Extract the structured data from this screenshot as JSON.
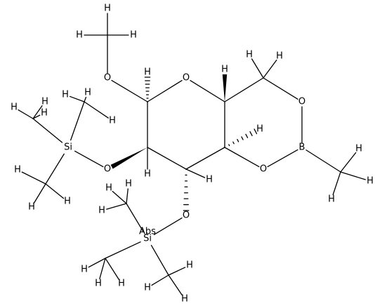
{
  "molecule": {
    "atoms": [
      {
        "id": "C_me_OMe",
        "element": "C",
        "label": ""
      },
      {
        "id": "H_me1",
        "element": "H",
        "label": "H"
      },
      {
        "id": "H_me2",
        "element": "H",
        "label": "H"
      },
      {
        "id": "H_me3",
        "element": "H",
        "label": "H"
      },
      {
        "id": "O_me",
        "element": "O",
        "label": "O"
      },
      {
        "id": "C1",
        "element": "C",
        "label": ""
      },
      {
        "id": "H_C1",
        "element": "H",
        "label": "H"
      },
      {
        "id": "O_ring",
        "element": "O",
        "label": "O"
      },
      {
        "id": "C5",
        "element": "C",
        "label": ""
      },
      {
        "id": "H_C5",
        "element": "H",
        "label": "H"
      },
      {
        "id": "C6",
        "element": "C",
        "label": ""
      },
      {
        "id": "H_C6a",
        "element": "H",
        "label": "H"
      },
      {
        "id": "H_C6b",
        "element": "H",
        "label": "H"
      },
      {
        "id": "O6",
        "element": "O",
        "label": "O"
      },
      {
        "id": "B",
        "element": "B",
        "label": "B"
      },
      {
        "id": "C_B",
        "element": "C",
        "label": ""
      },
      {
        "id": "H_B1",
        "element": "H",
        "label": "H"
      },
      {
        "id": "H_B2",
        "element": "H",
        "label": "H"
      },
      {
        "id": "H_B3",
        "element": "H",
        "label": "H"
      },
      {
        "id": "O4",
        "element": "O",
        "label": "O"
      },
      {
        "id": "C4",
        "element": "C",
        "label": ""
      },
      {
        "id": "H_C4",
        "element": "H",
        "label": "H"
      },
      {
        "id": "C3",
        "element": "C",
        "label": ""
      },
      {
        "id": "H_C3",
        "element": "H",
        "label": "H"
      },
      {
        "id": "C2",
        "element": "C",
        "label": ""
      },
      {
        "id": "H_C2",
        "element": "H",
        "label": "H"
      },
      {
        "id": "O2",
        "element": "O",
        "label": "O"
      },
      {
        "id": "Si1",
        "element": "Si",
        "label": "Si"
      },
      {
        "id": "Cs1a",
        "element": "C",
        "label": ""
      },
      {
        "id": "H_s1a1",
        "element": "H",
        "label": "H"
      },
      {
        "id": "H_s1a2",
        "element": "H",
        "label": "H"
      },
      {
        "id": "H_s1a3",
        "element": "H",
        "label": "H"
      },
      {
        "id": "Cs1b",
        "element": "C",
        "label": ""
      },
      {
        "id": "H_s1b1",
        "element": "H",
        "label": "H"
      },
      {
        "id": "H_s1b2",
        "element": "H",
        "label": "H"
      },
      {
        "id": "H_s1b3",
        "element": "H",
        "label": "H"
      },
      {
        "id": "Cs1c",
        "element": "C",
        "label": ""
      },
      {
        "id": "H_s1c1",
        "element": "H",
        "label": "H"
      },
      {
        "id": "H_s1c2",
        "element": "H",
        "label": "H"
      },
      {
        "id": "H_s1c3",
        "element": "H",
        "label": "H"
      },
      {
        "id": "O3",
        "element": "O",
        "label": "O"
      },
      {
        "id": "Si2",
        "element": "Si",
        "label": "Si"
      },
      {
        "id": "Abs",
        "element": "label",
        "label": "Abs"
      },
      {
        "id": "Cs2a",
        "element": "C",
        "label": ""
      },
      {
        "id": "H_s2a1",
        "element": "H",
        "label": "H"
      },
      {
        "id": "H_s2a2",
        "element": "H",
        "label": "H"
      },
      {
        "id": "H_s2a3",
        "element": "H",
        "label": "H"
      },
      {
        "id": "Cs2b",
        "element": "C",
        "label": ""
      },
      {
        "id": "H_s2b1",
        "element": "H",
        "label": "H"
      },
      {
        "id": "H_s2b2",
        "element": "H",
        "label": "H"
      },
      {
        "id": "H_s2b3",
        "element": "H",
        "label": "H"
      },
      {
        "id": "Cs2c",
        "element": "C",
        "label": ""
      },
      {
        "id": "H_s2c1",
        "element": "H",
        "label": "H"
      },
      {
        "id": "H_s2c2",
        "element": "H",
        "label": "H"
      },
      {
        "id": "H_s2c3",
        "element": "H",
        "label": "H"
      }
    ],
    "bonds": [
      {
        "from": "C_me_OMe",
        "to": "H_me1",
        "style": "single"
      },
      {
        "from": "C_me_OMe",
        "to": "H_me2",
        "style": "single"
      },
      {
        "from": "C_me_OMe",
        "to": "H_me3",
        "style": "single"
      },
      {
        "from": "C_me_OMe",
        "to": "O_me",
        "style": "single"
      },
      {
        "from": "O_me",
        "to": "C1",
        "style": "single"
      },
      {
        "from": "C1",
        "to": "H_C1",
        "style": "hash"
      },
      {
        "from": "C1",
        "to": "O_ring",
        "style": "single"
      },
      {
        "from": "O_ring",
        "to": "C5",
        "style": "single"
      },
      {
        "from": "C5",
        "to": "H_C5",
        "style": "wedge"
      },
      {
        "from": "C5",
        "to": "C6",
        "style": "single"
      },
      {
        "from": "C6",
        "to": "H_C6a",
        "style": "single"
      },
      {
        "from": "C6",
        "to": "H_C6b",
        "style": "single"
      },
      {
        "from": "C6",
        "to": "O6",
        "style": "single"
      },
      {
        "from": "O6",
        "to": "B",
        "style": "single"
      },
      {
        "from": "B",
        "to": "C_B",
        "style": "single"
      },
      {
        "from": "C_B",
        "to": "H_B1",
        "style": "single"
      },
      {
        "from": "C_B",
        "to": "H_B2",
        "style": "single"
      },
      {
        "from": "C_B",
        "to": "H_B3",
        "style": "single"
      },
      {
        "from": "B",
        "to": "O4",
        "style": "single"
      },
      {
        "from": "O4",
        "to": "C4",
        "style": "single"
      },
      {
        "from": "C4",
        "to": "H_C4",
        "style": "hash"
      },
      {
        "from": "C4",
        "to": "C5",
        "style": "single"
      },
      {
        "from": "C4",
        "to": "C3",
        "style": "single"
      },
      {
        "from": "C3",
        "to": "H_C3",
        "style": "single"
      },
      {
        "from": "C3",
        "to": "C2",
        "style": "single"
      },
      {
        "from": "C2",
        "to": "H_C2",
        "style": "single"
      },
      {
        "from": "C2",
        "to": "C1",
        "style": "single"
      },
      {
        "from": "C2",
        "to": "O2",
        "style": "wedge"
      },
      {
        "from": "O2",
        "to": "Si1",
        "style": "single"
      },
      {
        "from": "Si1",
        "to": "Cs1a",
        "style": "single"
      },
      {
        "from": "Cs1a",
        "to": "H_s1a1",
        "style": "single"
      },
      {
        "from": "Cs1a",
        "to": "H_s1a2",
        "style": "single"
      },
      {
        "from": "Cs1a",
        "to": "H_s1a3",
        "style": "single"
      },
      {
        "from": "Si1",
        "to": "Cs1b",
        "style": "single"
      },
      {
        "from": "Cs1b",
        "to": "H_s1b1",
        "style": "single"
      },
      {
        "from": "Cs1b",
        "to": "H_s1b2",
        "style": "single"
      },
      {
        "from": "Cs1b",
        "to": "H_s1b3",
        "style": "single"
      },
      {
        "from": "Si1",
        "to": "Cs1c",
        "style": "single"
      },
      {
        "from": "Cs1c",
        "to": "H_s1c1",
        "style": "single"
      },
      {
        "from": "Cs1c",
        "to": "H_s1c2",
        "style": "single"
      },
      {
        "from": "Cs1c",
        "to": "H_s1c3",
        "style": "single"
      },
      {
        "from": "C3",
        "to": "O3",
        "style": "hash"
      },
      {
        "from": "O3",
        "to": "Si2",
        "style": "single"
      },
      {
        "from": "Si2",
        "to": "Cs2a",
        "style": "single"
      },
      {
        "from": "Cs2a",
        "to": "H_s2a1",
        "style": "single"
      },
      {
        "from": "Cs2a",
        "to": "H_s2a2",
        "style": "single"
      },
      {
        "from": "Cs2a",
        "to": "H_s2a3",
        "style": "single"
      },
      {
        "from": "Si2",
        "to": "Cs2b",
        "style": "single"
      },
      {
        "from": "Cs2b",
        "to": "H_s2b1",
        "style": "single"
      },
      {
        "from": "Cs2b",
        "to": "H_s2b2",
        "style": "single"
      },
      {
        "from": "Cs2b",
        "to": "H_s2b3",
        "style": "single"
      },
      {
        "from": "Si2",
        "to": "Cs2c",
        "style": "single"
      },
      {
        "from": "Cs2c",
        "to": "H_s2c1",
        "style": "single"
      },
      {
        "from": "Cs2c",
        "to": "H_s2c2",
        "style": "single"
      },
      {
        "from": "Cs2c",
        "to": "H_s2c3",
        "style": "single"
      }
    ]
  }
}
